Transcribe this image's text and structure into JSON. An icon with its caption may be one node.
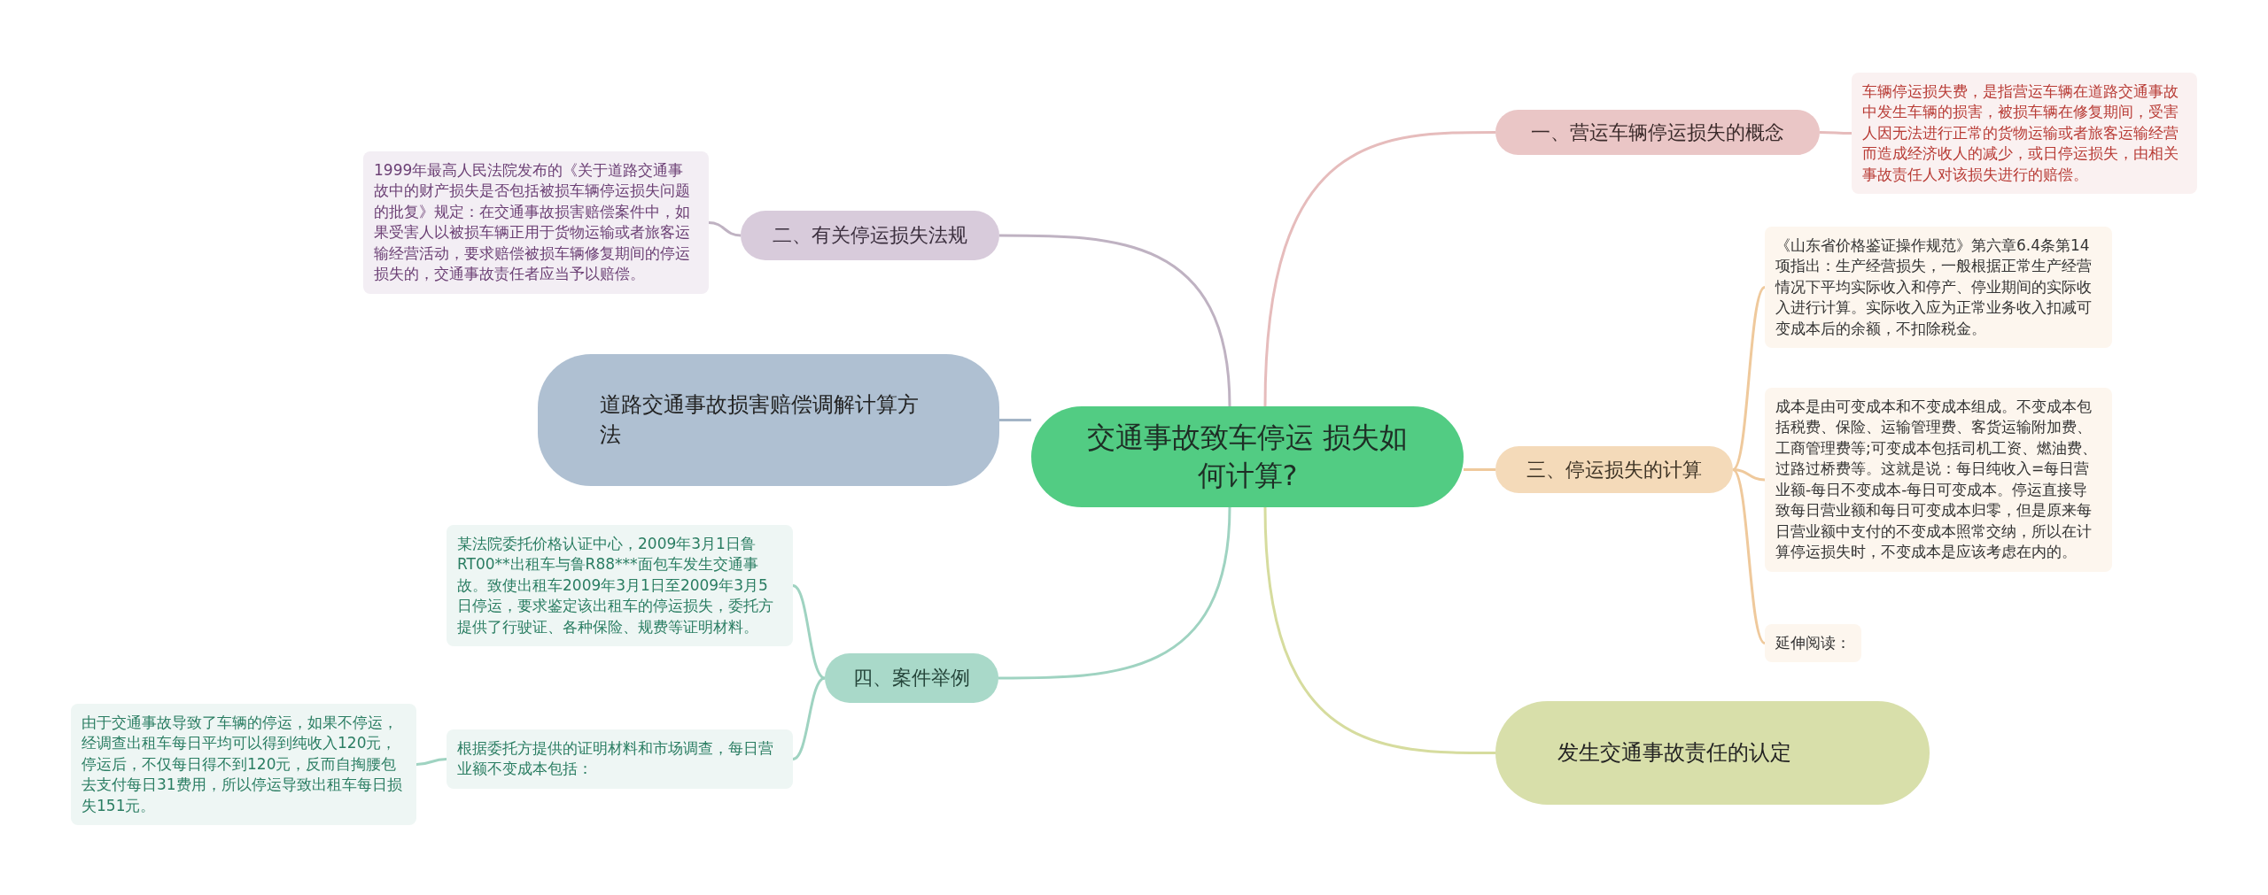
{
  "diagram": {
    "nodes": [
      {
        "text": [
          "交通事故致车停运 损失如何计算?"
        ]
      },
      {
        "text": [
          "一、营运车辆停运损失的概念"
        ]
      },
      {
        "text": [
          "车辆停运损失费，是指营运车辆在道路交通事故中发生车辆的损害，被损车辆在修复期间，受害人因无法进行正常的货物运输或者旅客运输经营而造成经济收人的减少，或日停运损失，由相关事故责任人对该损失进行的赔偿。"
        ]
      },
      {
        "text": [
          "二、有关停运损失法规"
        ]
      },
      {
        "text": [
          "1999年最高人民法院发布的《关于道路交通事故中的财产损失是否包括被损车辆停运损失问题的批复》规定：在交通事故损害赔偿案件中，如果受害人以被损车辆正用于货物运输或者旅客运输经营活动，要求赔偿被损车辆修复期间的停运损失的，交通事故责任者应当予以赔偿。"
        ]
      },
      {
        "text": [
          "道路交通事故损害赔偿调解计算方法"
        ]
      },
      {
        "text": [
          "三、停运损失的计算"
        ]
      },
      {
        "text": [
          "《山东省价格鉴证操作规范》第六章6.4条第14项指出：生产经营损失，一般根据正常生产经营情况下平均实际收入和停产、停业期间的实际收入进行计算。实际收入应为正常业务收入扣减可变成本后的余额，不扣除税金。"
        ]
      },
      {
        "text": [
          "成本是由可变成本和不变成本组成。不变成本包括税费、保险、运输管理费、客货运输附加费、工商管理费等;可变成本包括司机工资、燃油费、过路过桥费等。这就是说：每日纯收入=每日营业额-每日不变成本-每日可变成本。停运直接导致每日营业额和每日可变成本归零，但是原来每日营业额中支付的不变成本照常交纳，所以在计算停运损失时，不变成本是应该考虑在内的。"
        ]
      },
      {
        "text": [
          "延伸阅读："
        ]
      },
      {
        "text": [
          "发生交通事故责任的认定"
        ]
      },
      {
        "text": [
          "四、案件举例"
        ]
      },
      {
        "text": [
          "某法院委托价格认证中心，2009年3月1日鲁RT00**出租车与鲁R88***面包车发生交通事故。致使出租车2009年3月1日至2009年3月5日停运，要求鉴定该出租车的停运损失，委托方提供了行驶证、各种保险、规费等证明材料。"
        ]
      },
      {
        "text": [
          "根据委托方提供的证明材料和市场调查，每日营业额不变成本包括："
        ]
      },
      {
        "text": [
          "由于交通事故导致了车辆的停运，如果不停运，经调查出租车每日平均可以得到纯收入120元，停运后，不仅每日得不到120元，反而自掏腰包去支付每日31费用，所以停运导致出租车每日损失151元。"
        ]
      }
    ],
    "edges": [
      {
        "from": 0,
        "to": 1,
        "arrow": "none",
        "color": "#e6bcbc"
      },
      {
        "from": 1,
        "to": 2,
        "arrow": "none",
        "color": "#e6bcbc"
      },
      {
        "from": 0,
        "to": 3,
        "arrow": "none",
        "color": "#bfb2c2"
      },
      {
        "from": 3,
        "to": 4,
        "arrow": "none",
        "color": "#bfb2c2"
      },
      {
        "from": 0,
        "to": 5,
        "arrow": "none",
        "color": "#a3b4c6"
      },
      {
        "from": 0,
        "to": 6,
        "arrow": "none",
        "color": "#efc99c"
      },
      {
        "from": 6,
        "to": 7,
        "arrow": "none",
        "color": "#efc99c"
      },
      {
        "from": 6,
        "to": 8,
        "arrow": "none",
        "color": "#efc99c"
      },
      {
        "from": 6,
        "to": 9,
        "arrow": "none",
        "color": "#efc99c"
      },
      {
        "from": 0,
        "to": 10,
        "arrow": "none",
        "color": "#d6dc9e"
      },
      {
        "from": 0,
        "to": 11,
        "arrow": "none",
        "color": "#9fd3c1"
      },
      {
        "from": 11,
        "to": 12,
        "arrow": "none",
        "color": "#9fd3c1"
      },
      {
        "from": 11,
        "to": 13,
        "arrow": "none",
        "color": "#9fd3c1"
      },
      {
        "from": 13,
        "to": 14,
        "arrow": "none",
        "color": "#9fd3c1"
      }
    ]
  }
}
